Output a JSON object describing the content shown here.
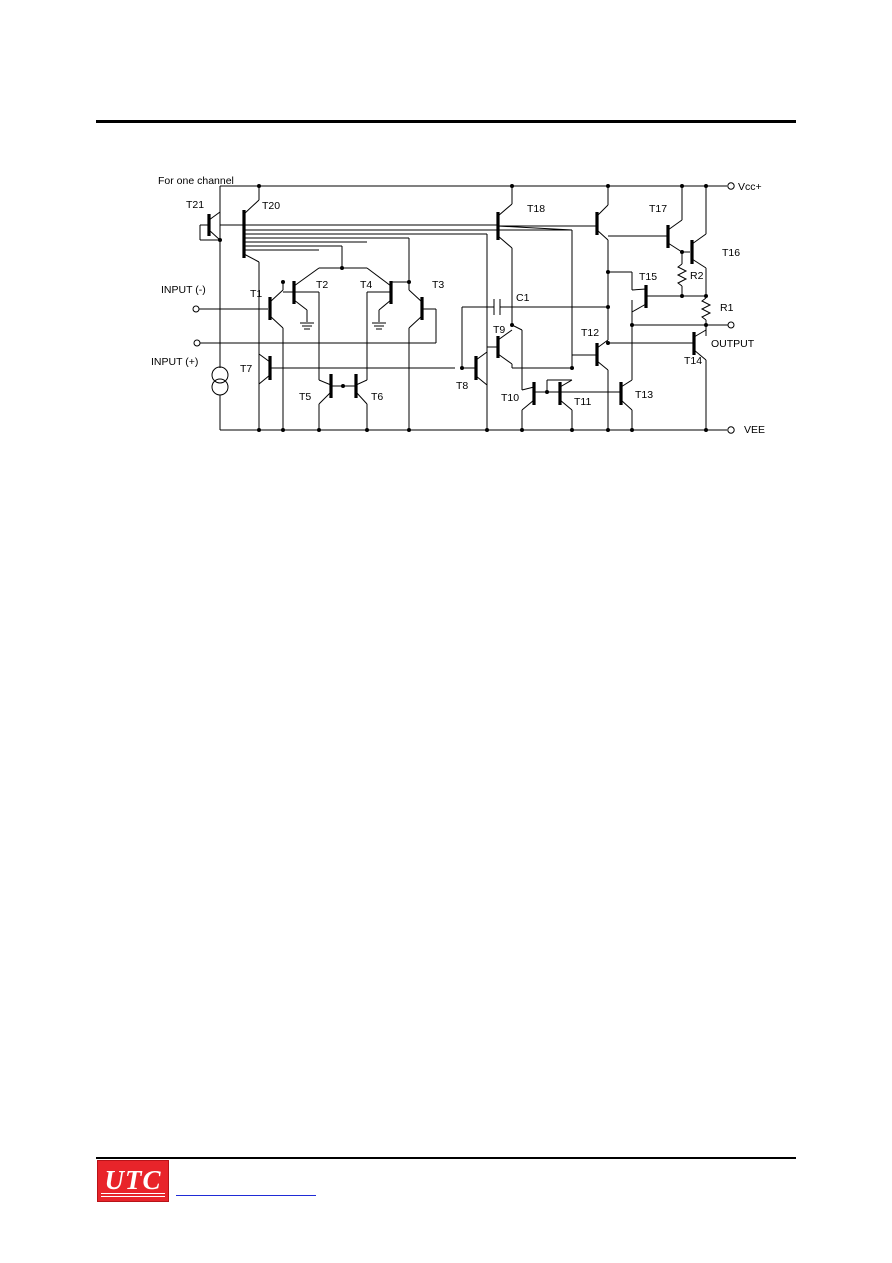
{
  "diagram": {
    "note": "For one channel",
    "pins": {
      "vcc": "Vcc+",
      "vee": "VEE",
      "input_neg": "INPUT (-)",
      "input_pos": "INPUT (+)",
      "output": "OUTPUT"
    },
    "transistors": [
      "T1",
      "T2",
      "T3",
      "T4",
      "T5",
      "T6",
      "T7",
      "T8",
      "T9",
      "T10",
      "T11",
      "T12",
      "T13",
      "T14",
      "T15",
      "T16",
      "T17",
      "T18",
      "T20",
      "T21"
    ],
    "resistors": [
      "R1",
      "R2"
    ],
    "capacitors": [
      "C1"
    ]
  },
  "footer": {
    "logo_text": "UTC"
  },
  "colors": {
    "logo_red": "#e8242a",
    "link_blue": "#1f2bd6"
  }
}
